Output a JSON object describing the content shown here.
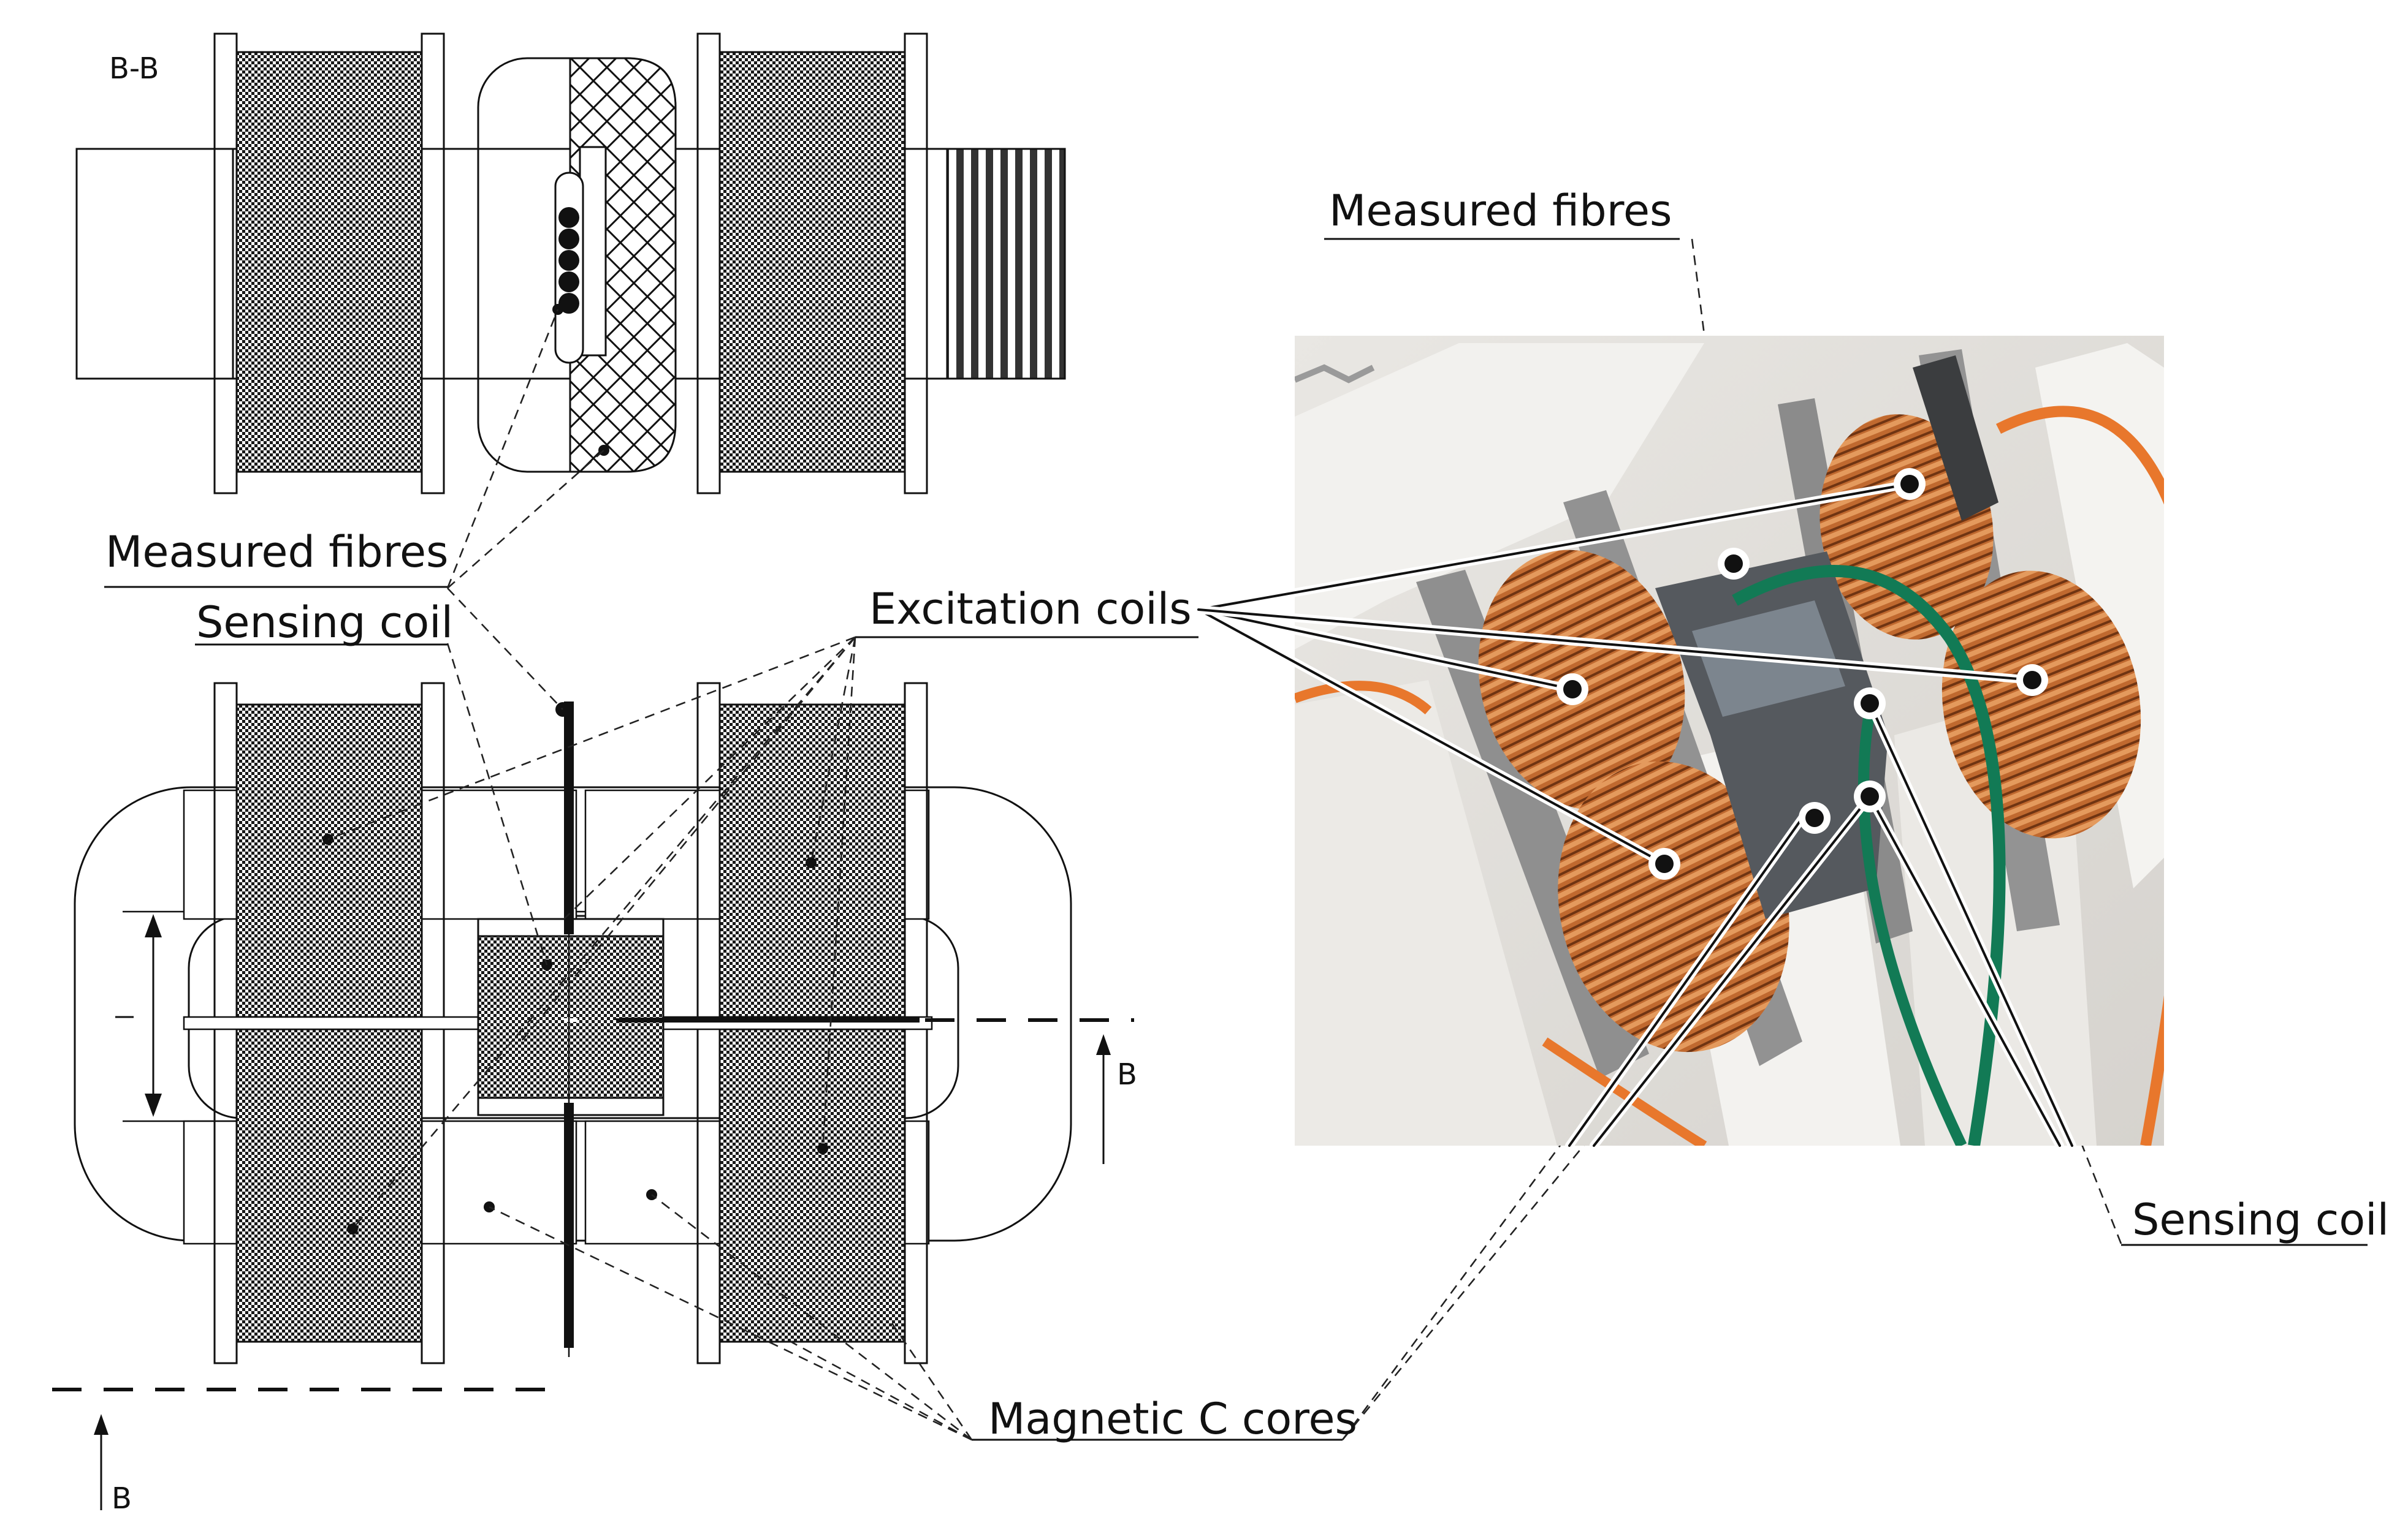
{
  "section_label": "B-B",
  "section_marker": "B",
  "labels": {
    "measured_fibres_left": "Measured fibres",
    "sensing_coil_left": "Sensing coil",
    "excitation_coils": "Excitation coils",
    "magnetic_c_cores": "Magnetic C cores",
    "measured_fibres_photo": "Measured fibres",
    "sensing_coil_photo": "Sensing coil"
  },
  "colors": {
    "coil_copper": "#c0692f",
    "bobbin_grey": "#8f8f8f",
    "core_white": "#eceae6",
    "wire_green": "#127a55",
    "wire_orange": "#e8772c"
  }
}
